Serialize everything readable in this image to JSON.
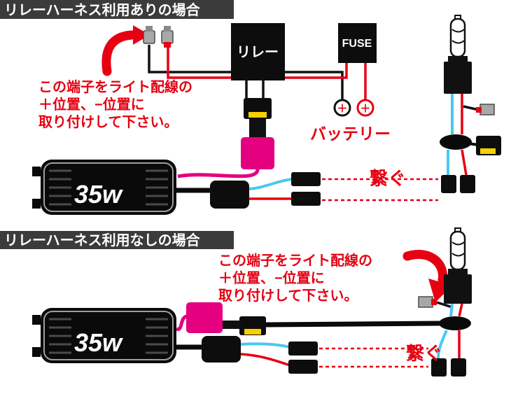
{
  "colors": {
    "accent_red": "#e60012",
    "wire_pink": "#e4007f",
    "wire_blue": "#49c8f2",
    "connector_yellow": "#f6d001",
    "header_bar": "#3b3b3b"
  },
  "top": {
    "header": "リレーハーネス利用ありの場合",
    "note": [
      "この端子をライト配線の",
      "＋位置、−位置に",
      "取り付けして下さい。"
    ],
    "relay_label": "リレー",
    "fuse_label": "FUSE",
    "battery_label": "バッテリー",
    "battery_plus_left": "＋",
    "battery_plus_right": "＋",
    "ballast_label": "35w",
    "connect_label": "繋ぐ"
  },
  "bottom": {
    "header": "リレーハーネス利用なしの場合",
    "note": [
      "この端子をライト配線の",
      "＋位置、−位置に",
      "取り付けして下さい。"
    ],
    "ballast_label": "35w",
    "connect_label": "繋ぐ"
  }
}
